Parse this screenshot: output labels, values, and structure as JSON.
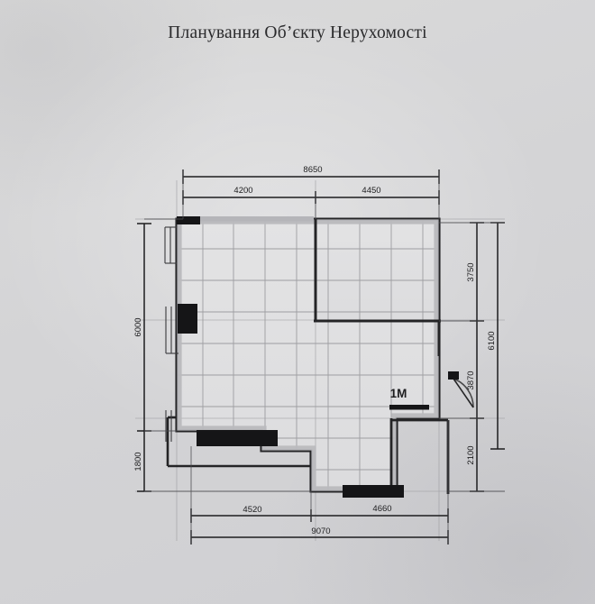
{
  "document": {
    "title": "Планування Об’єкту Нерухомості",
    "background_color": "#d6d6d8",
    "ink_color": "#1d1d1f"
  },
  "floor_plan": {
    "room_label": "1М",
    "dimensions": {
      "top_overall": "8650",
      "top_left_segment": "4200",
      "top_right_segment": "4450",
      "left_main": "6000",
      "left_lower": "1800",
      "right_upper": "3750",
      "right_overall": "6100",
      "right_middle": "3870",
      "right_lower": "2100",
      "bottom_left_segment": "4520",
      "bottom_right_segment": "4660",
      "bottom_overall": "9070"
    }
  }
}
